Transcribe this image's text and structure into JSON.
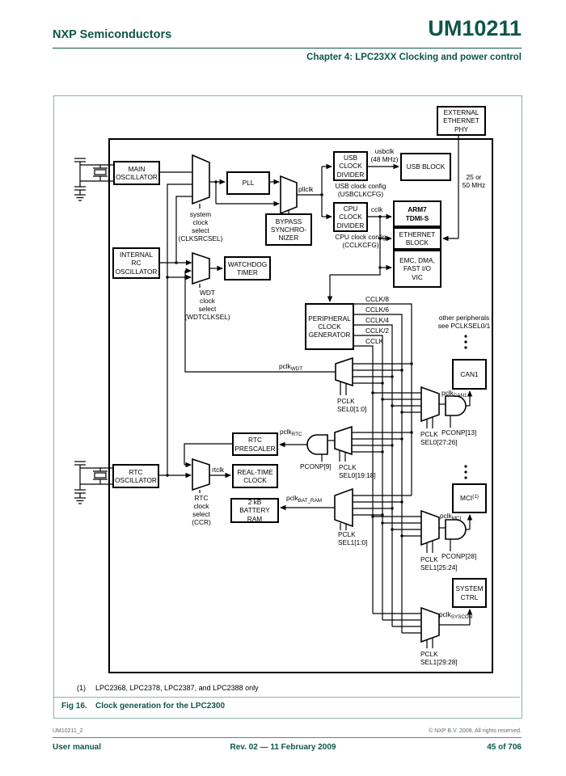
{
  "header": {
    "vendor": "NXP Semiconductors",
    "doc_id": "UM10211",
    "chapter": "Chapter 4: LPC23XX Clocking and power control"
  },
  "figure": {
    "footnote_num": "(1)",
    "footnote_text": "LPC2368, LPC2378, LPC2387, and LPC2388 only",
    "caption_label": "Fig 16.",
    "caption_text": "Clock generation for the LPC2300"
  },
  "footer": {
    "doc_ref": "UM10211_2",
    "copyright": "© NXP B.V. 2009. All rights reserved.",
    "doc_type": "User manual",
    "revision": "Rev. 02 — 11 February 2009",
    "page_info": "45 of 706"
  },
  "colors": {
    "accent_green": "#0d5649",
    "figure_border": "#8db3a9",
    "line_black": "#000000"
  },
  "blocks": {
    "external_ethernet_phy": "EXTERNAL\nETHERNET\nPHY",
    "main_oscillator": "MAIN\nOSCILLATOR",
    "pll": "PLL",
    "bypass_synchronizer": "BYPASS\nSYNCHRO-\nNIZER",
    "usb_clock_divider": "USB\nCLOCK\nDIVIDER",
    "usb_block": "USB BLOCK",
    "cpu_clock_divider": "CPU\nCLOCK\nDIVIDER",
    "arm7": "ARM7\nTDMI-S",
    "ethernet_block": "ETHERNET\nBLOCK",
    "emc_dma": "EMC, DMA,\nFAST I/O\nVIC",
    "internal_rc_oscillator": "INTERNAL\nRC\nOSCILLATOR",
    "watchdog_timer": "WATCHDOG\nTIMER",
    "peripheral_clock_generator": "PERIPHERAL\nCLOCK\nGENERATOR",
    "can1": "CAN1",
    "rtc_prescaler": "RTC\nPRESCALER",
    "rtc_oscillator": "RTC\nOSCILLATOR",
    "real_time_clock": "REAL-TIME\nCLOCK",
    "battery_ram": "2 kB BATTERY\nRAM",
    "mci": {
      "name": "MCI",
      "sup": "(1)"
    },
    "system_ctrl": "SYSTEM\nCTRL"
  },
  "labels": {
    "usbclk": "usbclk\n(48 MHz)",
    "usb_clock_config": "USB clock config\n(USBCLKCFG)",
    "cclk": "cclk",
    "cpu_clock_config": "CPU clock config\n(CCLKCFG)",
    "mhz_25_50": "25 or\n50 MHz",
    "system_clock_select": "system\nclock\nselect\n(CLKSRCSEL)",
    "pllclk": "pllclk",
    "wdt_clock_select": "WDT\nclock\nselect\n(WDTCLKSEL)",
    "rtc_clock_select": "RTC\nclock\nselect\n(CCR)",
    "rtclk": "rtclk",
    "cclk8": "CCLK/8",
    "cclk6": "CCLK/6",
    "cclk4": "CCLK/4",
    "cclk2": "CCLK/2",
    "cclk1": "CCLK",
    "other_peripherals": "other peripherals\nsee PCLKSEL0/1",
    "pclk_sel0_10": "PCLK\nSEL0[1:0]",
    "pclk_sel0_2726": "PCLK\nSEL0[27:26]",
    "pclk_sel0_1918": "PCLK\nSEL0[19:18]",
    "pclk_sel1_10": "PCLK\nSEL1[1:0]",
    "pclk_sel1_2524": "PCLK\nSEL1[25:24]",
    "pclk_sel1_2928": "PCLK\nSEL1[29:28]",
    "pconp13": "PCONP[13]",
    "pconp9": "PCONP[9]",
    "pconp28": "PCONP[28]"
  },
  "pclk_labels": {
    "wdt": {
      "prefix": "pclk",
      "sub": "WDT"
    },
    "can1": {
      "prefix": "pclk",
      "sub": "CAN1"
    },
    "rtc": {
      "prefix": "pclk",
      "sub": "RTC"
    },
    "bat_ram": {
      "prefix": "pclk",
      "sub": "BAT_RAM"
    },
    "mci": {
      "prefix": "pclk",
      "sub": "MCI"
    },
    "syscon": {
      "prefix": "pclk",
      "sub": "SYSCON"
    }
  }
}
